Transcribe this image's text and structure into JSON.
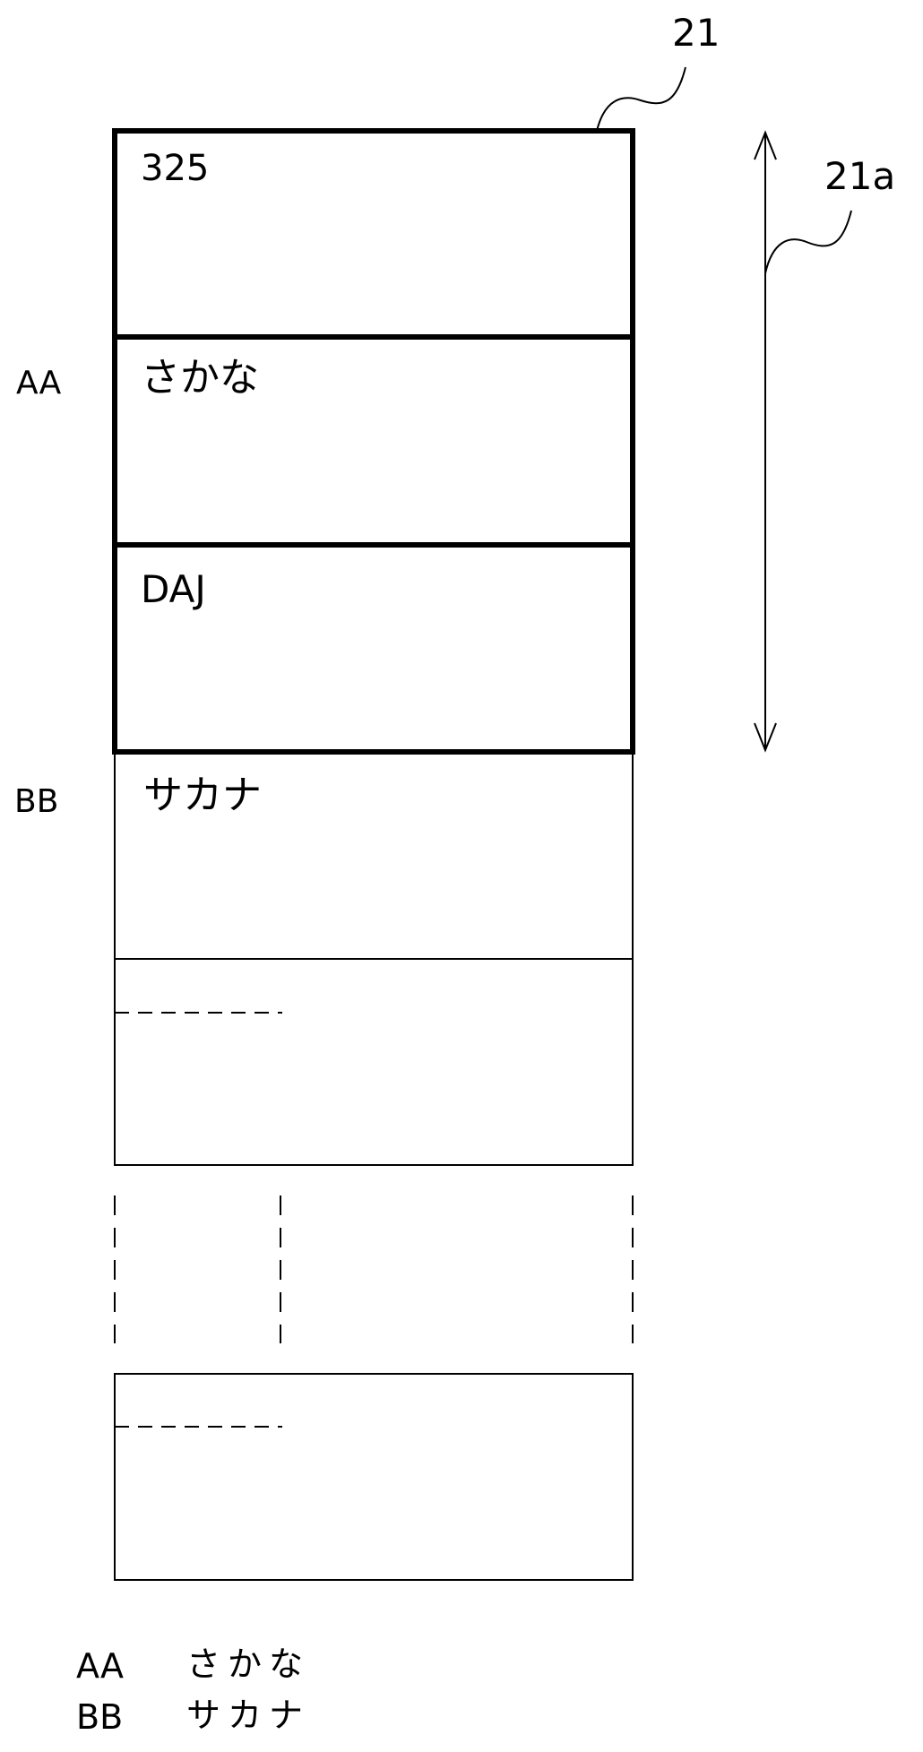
{
  "labels": {
    "ref_21": "21",
    "ref_21a": "21a",
    "side_aa": "AA",
    "side_bb": "BB"
  },
  "rows": [
    "325",
    "さかな",
    "DAJ",
    "サカナ"
  ],
  "legend": [
    {
      "key": "AA",
      "value": "さかな"
    },
    {
      "key": "BB",
      "value": "サカナ"
    }
  ]
}
